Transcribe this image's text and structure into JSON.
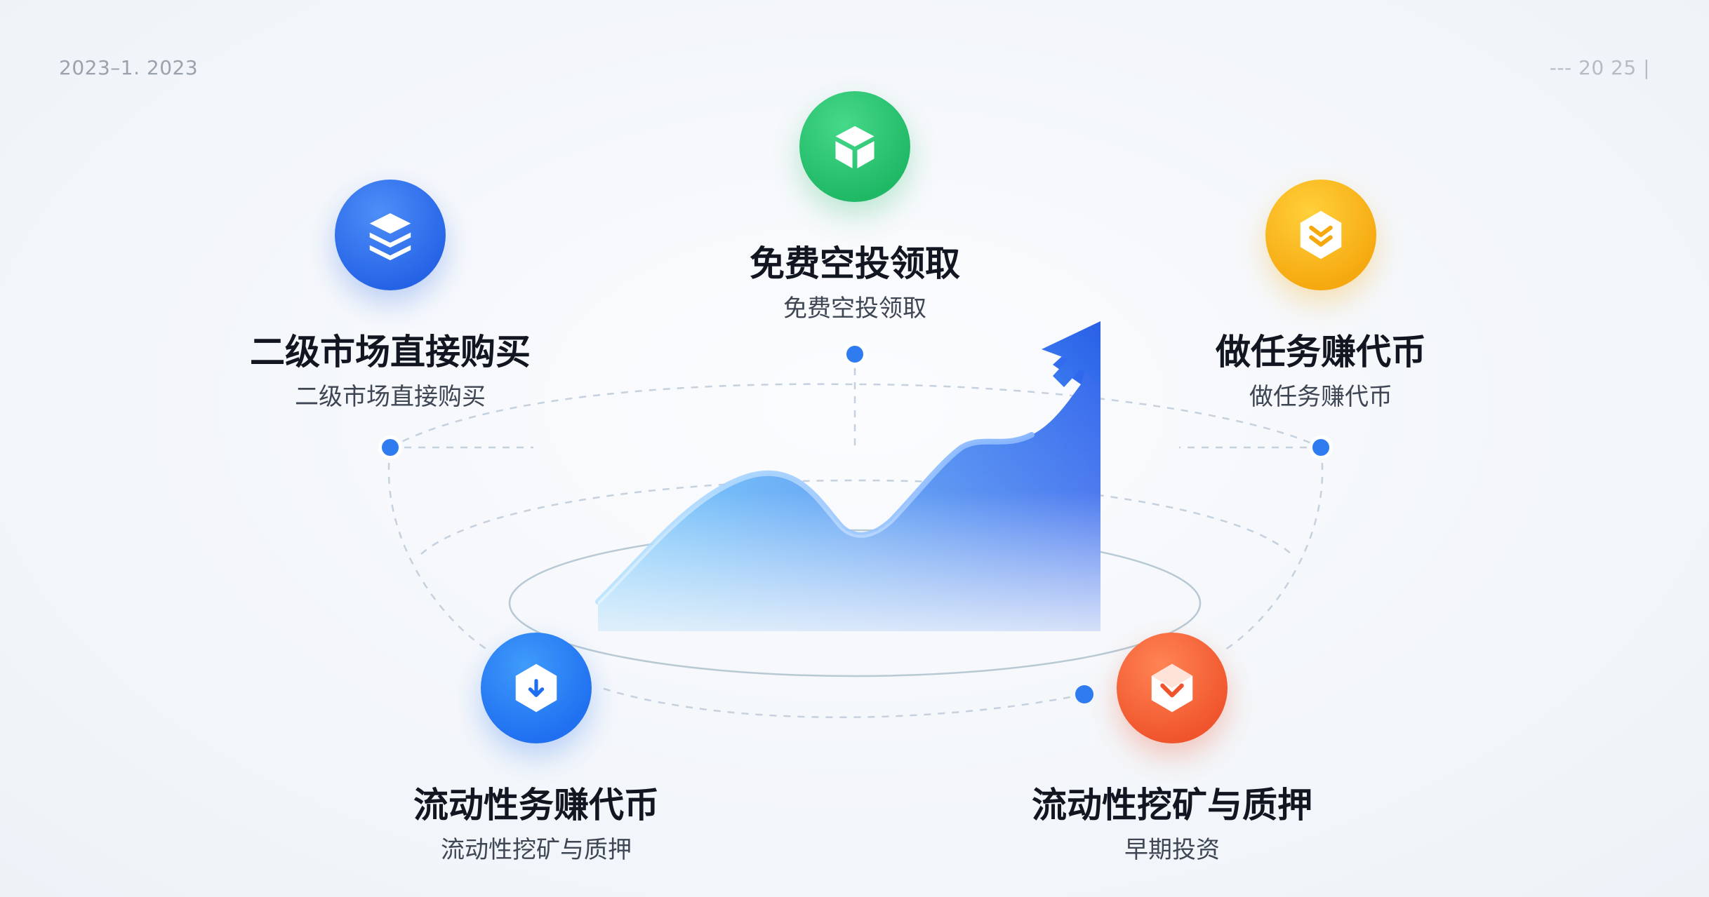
{
  "header": {
    "left_text": "2023–1. 2023",
    "right_text": "--- 20 25 |"
  },
  "nodes": {
    "top": {
      "title": "免费空投领取",
      "subtitle": "免费空投领取",
      "icon": "box-icon",
      "color": "#1fb865"
    },
    "left": {
      "title": "二级市场直接购买",
      "subtitle": "二级市场直接购买",
      "icon": "layers-icon",
      "color": "#2563e6"
    },
    "right": {
      "title": "做任务赚代币",
      "subtitle": "做任务赚代币",
      "icon": "chevron-down-icon",
      "color": "#f6a80f"
    },
    "bottom_left": {
      "title": "流动性务赚代币",
      "subtitle": "流动性挖矿与质押",
      "icon": "download-shield-icon",
      "color": "#1f6ff0"
    },
    "bottom_right": {
      "title": "流动性挖矿与质押",
      "subtitle": "早期投资",
      "icon": "check-box-icon",
      "color": "#f0542c"
    }
  },
  "accent_colors": {
    "primary_blue": "#2f6fed",
    "dot_blue": "#2f7bf0",
    "dashed_line": "#c9d3df"
  }
}
